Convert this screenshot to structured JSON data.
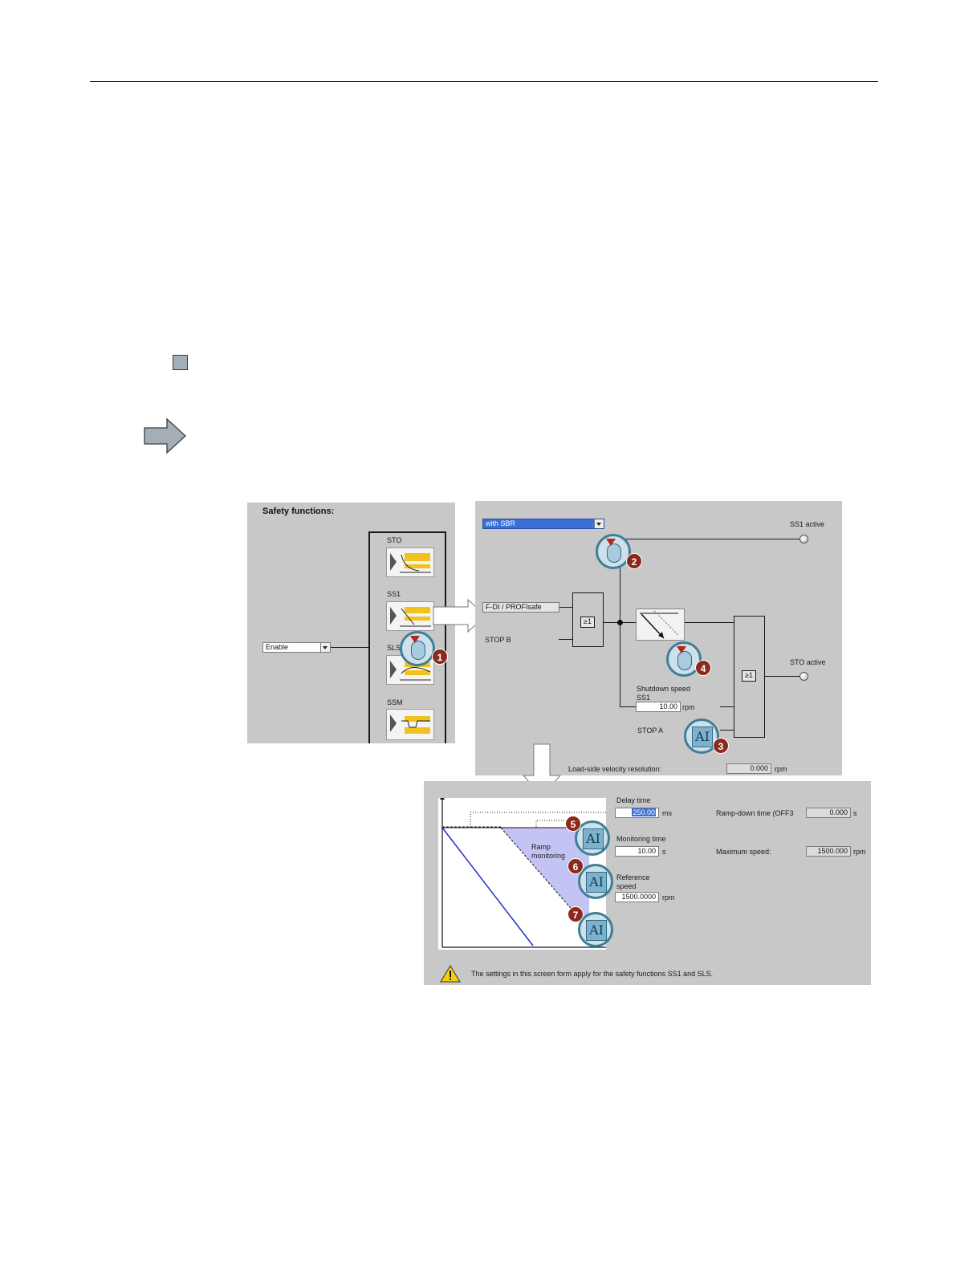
{
  "panel_left": {
    "title": "Safety functions:",
    "dropdown_value": "Enable",
    "functions": [
      "STO",
      "SS1",
      "SLS",
      "SSM"
    ]
  },
  "panel_right": {
    "mode_value": "with SBR",
    "ss1_active": "SS1 active",
    "sto_active": "STO active",
    "fdi_label": "F-DI / PROFIsafe",
    "stop_b": "STOP B",
    "stop_a": "STOP A",
    "gate1": "≥1",
    "gate2": "≥1",
    "shutdown_label": "Shutdown speed SS1",
    "shutdown_value": "10.00",
    "shutdown_unit": "rpm",
    "load_label": "Load-side velocity resolution:",
    "load_value": "0.000",
    "load_unit": "rpm"
  },
  "panel_bottom": {
    "delay_label": "Delay time",
    "delay_value": "250.00",
    "delay_unit": "ms",
    "monitoring_label": "Monitoring time",
    "monitoring_value": "10.00",
    "monitoring_unit": "s",
    "reference_label": "Reference speed",
    "reference_value": "1500.0000",
    "reference_unit": "rpm",
    "ramp_label": "Ramp monitoring",
    "rampdown_label": "Ramp-down time (OFF3",
    "rampdown_value": "0.000",
    "rampdown_unit": "s",
    "maxspeed_label": "Maximum speed:",
    "maxspeed_value": "1500.000",
    "maxspeed_unit": "rpm",
    "warning_text": "The settings in this screen form apply for the safety functions SS1 and SLS."
  },
  "callouts": [
    "1",
    "2",
    "3",
    "4",
    "5",
    "6",
    "7"
  ],
  "icons": {
    "arrow": "right-arrow-icon",
    "mouse": "mouse-click-icon",
    "ai": "text-input-icon",
    "warning": "warning-icon"
  },
  "colors": {
    "panel": "#c8c8c8",
    "selection": "#3a6fd8",
    "callout_badge": "#8b2a1c",
    "callout_ring": "#3f7f96",
    "ramp_area": "#c4c4f4"
  }
}
